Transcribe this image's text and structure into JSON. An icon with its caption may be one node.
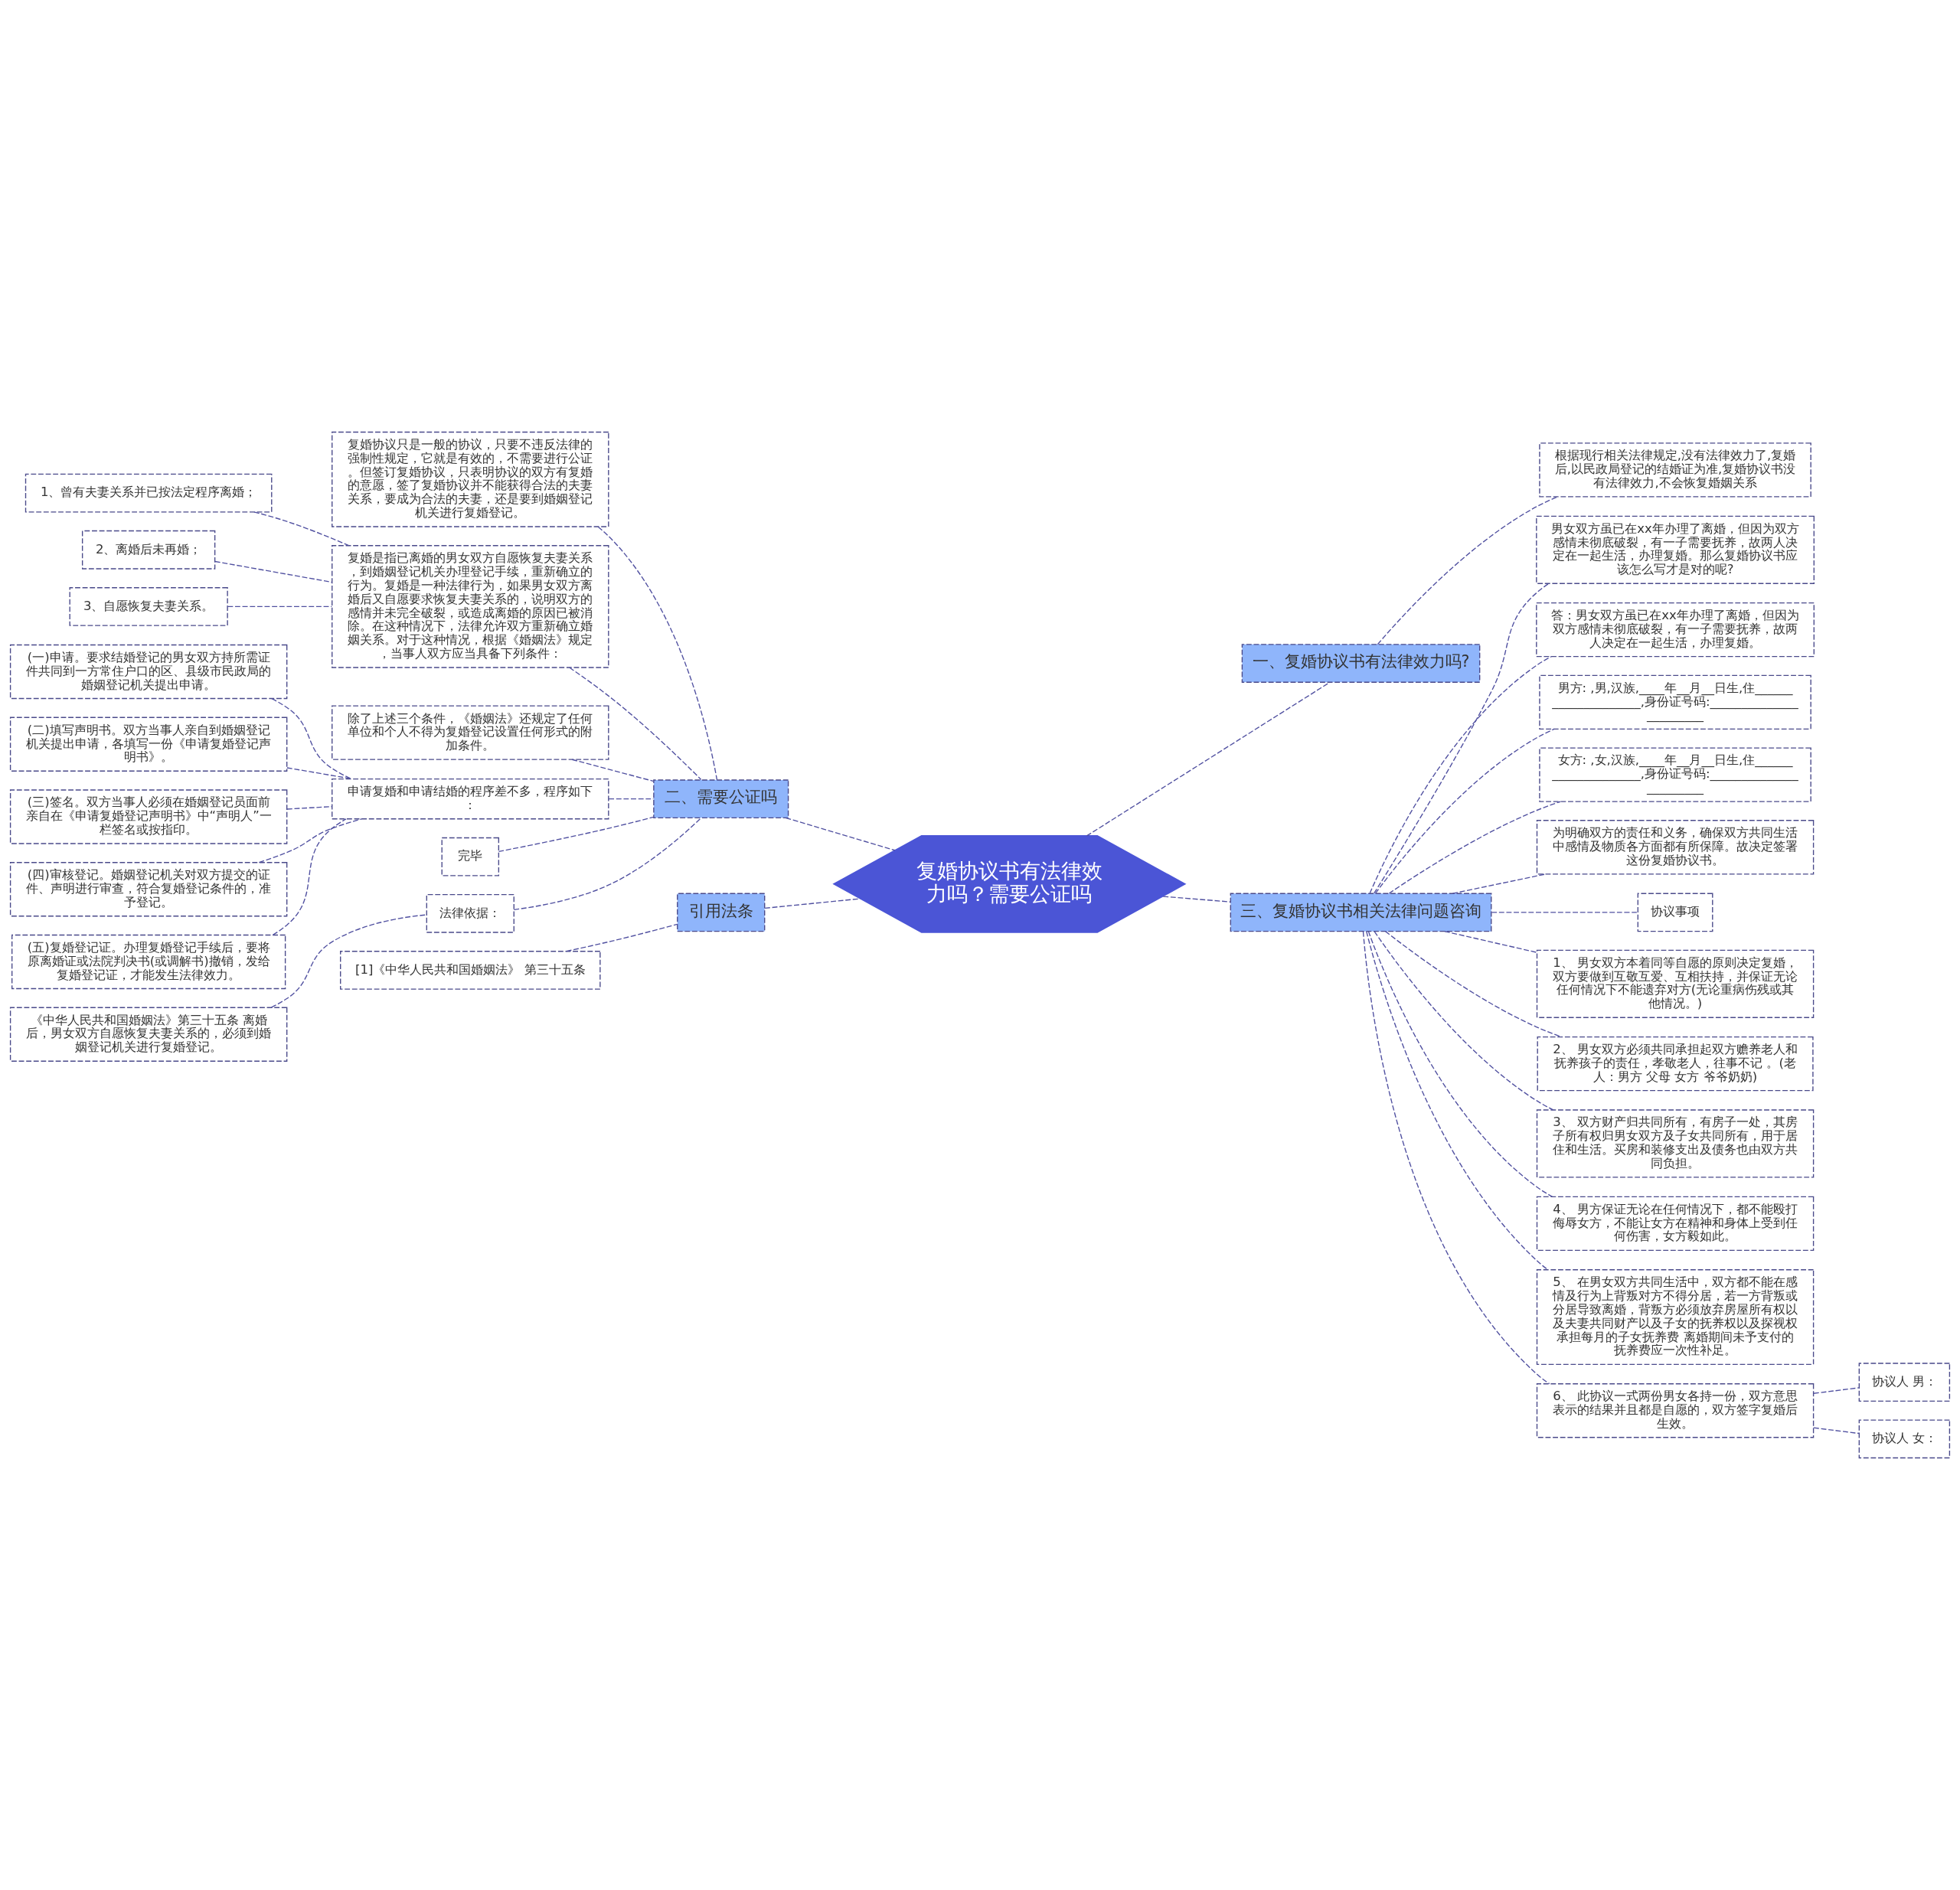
{
  "diagram": {
    "nodes": [
      {
        "text": [
          "复婚协议书有法律效力吗？需要公证吗"
        ]
      },
      {
        "text": [
          "二、需要公证吗"
        ]
      },
      {
        "text": [
          "复婚协议只是一般的协议，只要不违反法律的强制性规定，它就是有效的，不需要进行公证。但签订复婚协议，只表明协议的双方有复婚的意愿，签了复婚协议并不能获得合法的夫妻关系，要成为合法的夫妻，还是要到婚姻登记机关进行复婚登记。"
        ]
      },
      {
        "text": [
          "复婚是指已离婚的男女双方自愿恢复夫妻关系，到婚姻登记机关办理登记手续，重新确立的行为。复婚是一种法律行为，如果男女双方离婚后又自愿要求恢复夫妻关系的，说明双方的感情并未完全破裂，或造成离婚的原因已被消除。在这种情况下，法律允许双方重新确立婚姻关系。对于这种情况，根据《婚姻法》规定，当事人双方应当具备下列条件："
        ]
      },
      {
        "text": [
          "1、曾有夫妻关系并已按法定程序离婚；"
        ]
      },
      {
        "text": [
          "2、离婚后未再婚；"
        ]
      },
      {
        "text": [
          "3、自愿恢复夫妻关系。"
        ]
      },
      {
        "text": [
          "除了上述三个条件，《婚姻法》还规定了任何单位和个人不得为复婚登记设置任何形式的附加条件。"
        ]
      },
      {
        "text": [
          "申请复婚和申请结婚的程序差不多，程序如下："
        ]
      },
      {
        "text": [
          "(一)申请。要求结婚登记的男女双方持所需证件共同到一方常住户口的区、县级市民政局的婚姻登记机关提出申请。"
        ]
      },
      {
        "text": [
          "(二)填写声明书。双方当事人亲自到婚姻登记机关提出申请，各填写一份《申请复婚登记声明书》。"
        ]
      },
      {
        "text": [
          "(三)签名。双方当事人必须在婚姻登记员面前亲自在《申请复婚登记声明书》中“声明人”一栏签名或按指印。"
        ]
      },
      {
        "text": [
          "(四)审核登记。婚姻登记机关对双方提交的证件、声明进行审查，符合复婚登记条件的，准予登记。"
        ]
      },
      {
        "text": [
          "(五)复婚登记证。办理复婚登记手续后，要将原离婚证或法院判决书(或调解书)撤销，发给复婚登记证，才能发生法律效力。"
        ]
      },
      {
        "text": [
          "完毕"
        ]
      },
      {
        "text": [
          "法律依据："
        ]
      },
      {
        "text": [
          "《中华人民共和国婚姻法》第三十五条 离婚后，男女双方自愿恢复夫妻关系的，必须到婚姻登记机关进行复婚登记。"
        ]
      },
      {
        "text": [
          "引用法条"
        ]
      },
      {
        "text": [
          "[1]《中华人民共和国婚姻法》 第三十五条"
        ]
      },
      {
        "text": [
          "一、复婚协议书有法律效力吗?"
        ]
      },
      {
        "text": [
          "根据现行相关法律规定,没有法律效力了,复婚后,以民政局登记的结婚证为准,复婚协议书没有法律效力,不会恢复婚姻关系"
        ]
      },
      {
        "text": [
          "三、复婚协议书相关法律问题咨询"
        ]
      },
      {
        "text": [
          "男女双方虽已在xx年办理了离婚，但因为双方感情未彻底破裂，有一子需要抚养，故两人决定在一起生活，办理复婚。那么复婚协议书应该怎么写才是对的呢?"
        ]
      },
      {
        "text": [
          "答：男女双方虽已在xx年办理了离婚，但因为双方感情未彻底破裂，有一子需要抚养，故两人决定在一起生活，办理复婚。"
        ]
      },
      {
        "text": [
          "男方: ,男,汉族,____年__月__日生,住____________________,身份证号码:_______________________"
        ]
      },
      {
        "text": [
          "女方: ,女,汉族,____年__月__日生,住____________________,身份证号码:_______________________"
        ]
      },
      {
        "text": [
          "为明确双方的责任和义务，确保双方共同生活中感情及物质各方面都有所保障。故决定签署这份复婚协议书。"
        ]
      },
      {
        "text": [
          "协议事项"
        ]
      },
      {
        "text": [
          "1、 男女双方本着同等自愿的原则决定复婚，双方要做到互敬互爱、互相扶持，并保证无论任何情况下不能遗弃对方(无论重病伤残或其他情况。)"
        ]
      },
      {
        "text": [
          "2、 男女双方必须共同承担起双方赡养老人和抚养孩子的责任，孝敬老人，往事不记 。(老人：男方 父母 女方 爷爷奶奶)"
        ]
      },
      {
        "text": [
          "3、 双方财产归共同所有，有房子一处，其房子所有权归男女双方及子女共同所有，用于居住和生活。买房和装修支出及债务也由双方共同负担。"
        ]
      },
      {
        "text": [
          "4、 男方保证无论在任何情况下，都不能殴打侮辱女方，不能让女方在精神和身体上受到任何伤害，女方毅如此。"
        ]
      },
      {
        "text": [
          "5、 在男女双方共同生活中，双方都不能在感情及行为上背叛对方不得分居，若一方背叛或分居导致离婚，背叛方必须放弃房屋所有权以及夫妻共同财产以及子女的抚养权以及探视权承担每月的子女抚养费 离婚期间未予支付的抚养费应一次性补足。"
        ]
      },
      {
        "text": [
          "6、 此协议一式两份男女各持一份，双方意思表示的结果并且都是自愿的，双方签字复婚后生效。"
        ]
      },
      {
        "text": [
          "协议人 男："
        ]
      },
      {
        "text": [
          "协议人 女："
        ]
      }
    ],
    "edges": [
      {
        "from": 1,
        "to": 0,
        "arrow": "none",
        "style": "dashed"
      },
      {
        "from": 2,
        "to": 1,
        "arrow": "none",
        "style": "dashed"
      },
      {
        "from": 3,
        "to": 1,
        "arrow": "none",
        "style": "dashed"
      },
      {
        "from": 4,
        "to": 3,
        "arrow": "none",
        "style": "dashed"
      },
      {
        "from": 5,
        "to": 3,
        "arrow": "none",
        "style": "dashed"
      },
      {
        "from": 6,
        "to": 3,
        "arrow": "none",
        "style": "dashed"
      },
      {
        "from": 7,
        "to": 1,
        "arrow": "none",
        "style": "dashed"
      },
      {
        "from": 8,
        "to": 1,
        "arrow": "none",
        "style": "dashed"
      },
      {
        "from": 9,
        "to": 8,
        "arrow": "none",
        "style": "dashed"
      },
      {
        "from": 10,
        "to": 8,
        "arrow": "none",
        "style": "dashed"
      },
      {
        "from": 11,
        "to": 8,
        "arrow": "none",
        "style": "dashed"
      },
      {
        "from": 12,
        "to": 8,
        "arrow": "none",
        "style": "dashed"
      },
      {
        "from": 13,
        "to": 8,
        "arrow": "none",
        "style": "dashed"
      },
      {
        "from": 14,
        "to": 1,
        "arrow": "none",
        "style": "dashed"
      },
      {
        "from": 15,
        "to": 1,
        "arrow": "none",
        "style": "dashed"
      },
      {
        "from": 16,
        "to": 15,
        "arrow": "none",
        "style": "dashed"
      },
      {
        "from": 17,
        "to": 0,
        "arrow": "none",
        "style": "dashed"
      },
      {
        "from": 18,
        "to": 17,
        "arrow": "none",
        "style": "dashed"
      },
      {
        "from": 0,
        "to": 19,
        "arrow": "none",
        "style": "dashed"
      },
      {
        "from": 19,
        "to": 20,
        "arrow": "none",
        "style": "dashed"
      },
      {
        "from": 0,
        "to": 21,
        "arrow": "none",
        "style": "dashed"
      },
      {
        "from": 21,
        "to": 22,
        "arrow": "none",
        "style": "dashed"
      },
      {
        "from": 21,
        "to": 23,
        "arrow": "none",
        "style": "dashed"
      },
      {
        "from": 21,
        "to": 24,
        "arrow": "none",
        "style": "dashed"
      },
      {
        "from": 21,
        "to": 25,
        "arrow": "none",
        "style": "dashed"
      },
      {
        "from": 21,
        "to": 26,
        "arrow": "none",
        "style": "dashed"
      },
      {
        "from": 21,
        "to": 27,
        "arrow": "none",
        "style": "dashed"
      },
      {
        "from": 21,
        "to": 28,
        "arrow": "none",
        "style": "dashed"
      },
      {
        "from": 21,
        "to": 29,
        "arrow": "none",
        "style": "dashed"
      },
      {
        "from": 21,
        "to": 30,
        "arrow": "none",
        "style": "dashed"
      },
      {
        "from": 21,
        "to": 31,
        "arrow": "none",
        "style": "dashed"
      },
      {
        "from": 21,
        "to": 32,
        "arrow": "none",
        "style": "dashed"
      },
      {
        "from": 21,
        "to": 33,
        "arrow": "none",
        "style": "dashed"
      },
      {
        "from": 33,
        "to": 34,
        "arrow": "none",
        "style": "dashed"
      },
      {
        "from": 33,
        "to": 35,
        "arrow": "none",
        "style": "dashed"
      }
    ]
  }
}
